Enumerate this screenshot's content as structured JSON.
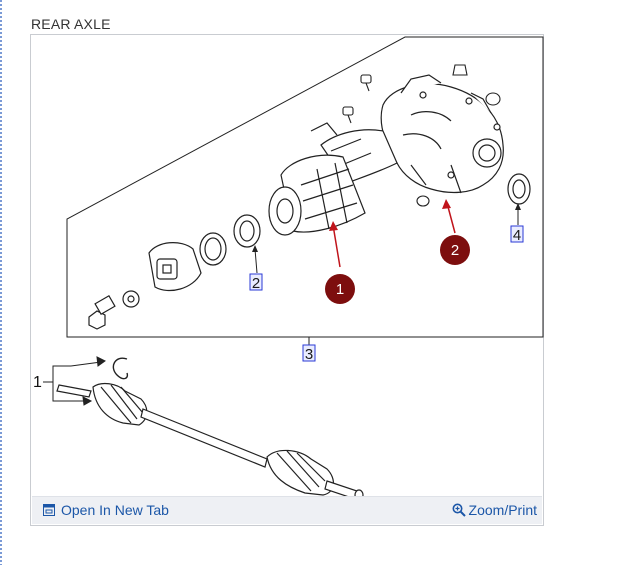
{
  "section": {
    "title": "REAR AXLE"
  },
  "diagram": {
    "callouts": [
      {
        "id": "1",
        "color": "#7d0e0e"
      },
      {
        "id": "2",
        "color": "#7d0e0e"
      }
    ],
    "refs": [
      "2",
      "4",
      "3"
    ],
    "shaft_label": "1"
  },
  "toolbar": {
    "open_label": "Open In New Tab",
    "zoom_label": "Zoom/Print",
    "open_icon": "open-tab-icon",
    "zoom_icon": "zoom-icon",
    "link_color": "#1c57a8"
  }
}
